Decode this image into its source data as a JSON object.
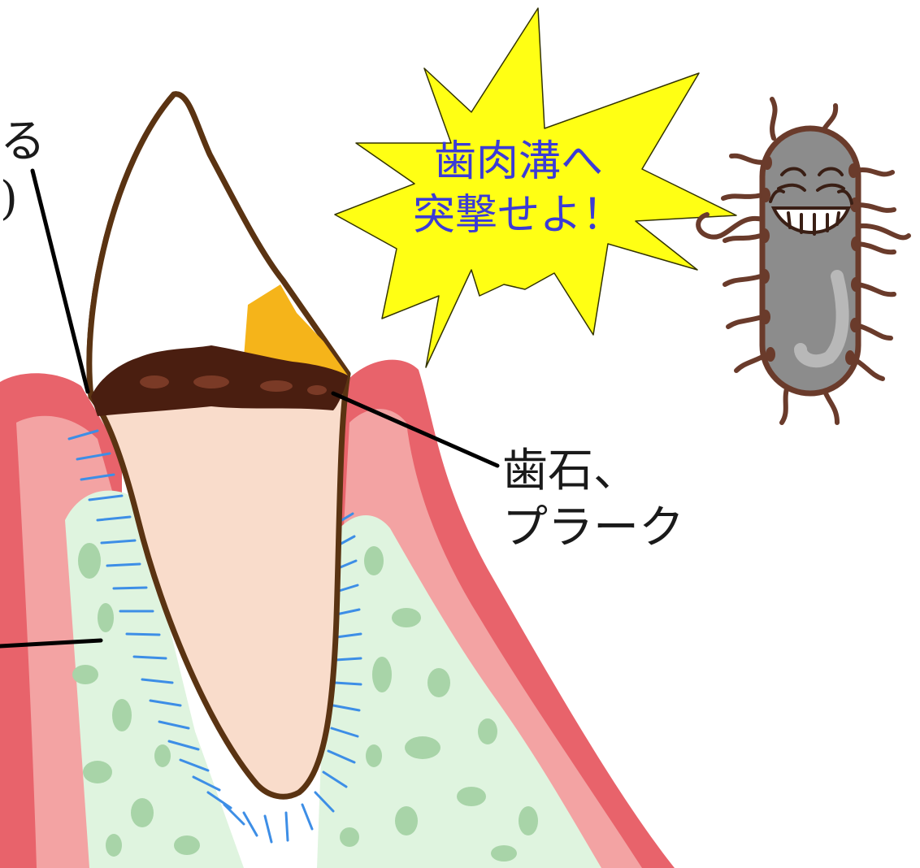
{
  "labels": {
    "top_left_fragment_line1": "る",
    "top_left_fragment_line2": ")",
    "tartar_plaque_line1": "歯石、",
    "tartar_plaque_line2": "プラーク"
  },
  "burst": {
    "line1": "歯肉溝へ",
    "line2": "突撃せよ！"
  },
  "colors": {
    "gum_outer": "#e8636b",
    "gum_inner": "#f3a3a3",
    "bone": "#dff4df",
    "bone_spots": "#a8d4a8",
    "root": "#f9dccb",
    "enamel": "#ffffff",
    "tooth_outline": "#5a3312",
    "tartar": "#4a1e10",
    "plaque": "#f5b41a",
    "ligament_fibers": "#3d8ee6",
    "burst_fill": "#ffff14",
    "burst_text": "#3b3bd6",
    "bacterium_body": "#8c8c8c",
    "bacterium_cilia": "#6a3b2b"
  },
  "icons": [
    "tooth-cross-section-icon",
    "bacterium-character-icon",
    "starburst-icon"
  ]
}
